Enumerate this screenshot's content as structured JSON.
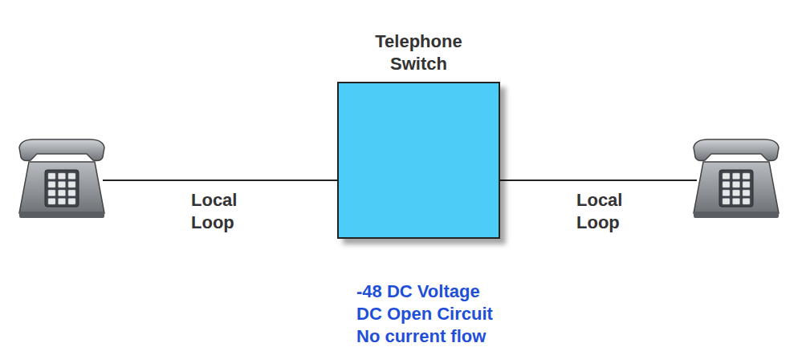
{
  "diagram": {
    "nodes": [
      {
        "text": [
          "Telephone Switch"
        ]
      }
    ],
    "labels": [
      "Local Loop",
      "Local Loop",
      "-48 DC Voltage",
      "DC Open Circuit",
      "No current flow"
    ]
  }
}
